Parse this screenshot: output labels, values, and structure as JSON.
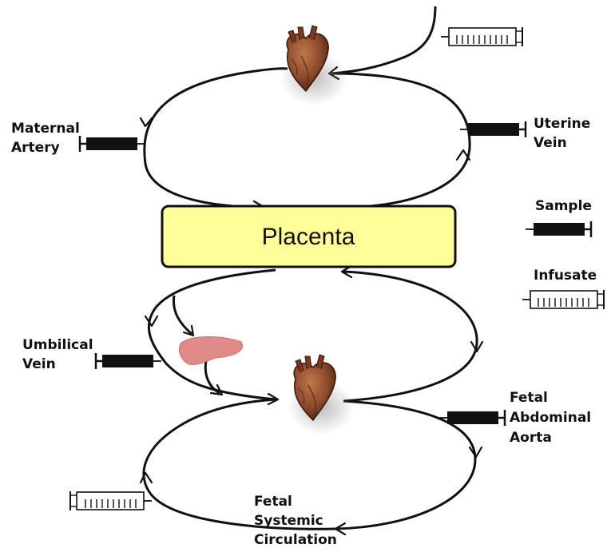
{
  "placenta": {
    "label": "Placenta",
    "fill": "#ffff99",
    "stroke": "#111111"
  },
  "labels": {
    "maternal_artery": [
      "Maternal",
      "Artery"
    ],
    "uterine_vein": [
      "Uterine",
      "Vein"
    ],
    "umbilical_vein": [
      "Umbilical",
      "Vein"
    ],
    "fetal_abdominal_aorta": [
      "Fetal",
      "Abdominal",
      "Aorta"
    ],
    "fetal_systemic_circulation": [
      "Fetal",
      "Systemic",
      "Circulation"
    ]
  },
  "legend": {
    "sample": "Sample",
    "infusate": "Infusate"
  },
  "colors": {
    "heart": "#8b4a2b",
    "liver": "#e08a8a",
    "catheter": "#111111",
    "syringe_body": "#ffffff"
  },
  "icons": {
    "heart": "heart-organ-icon",
    "liver": "liver-organ-icon",
    "sample_catheter": "sample-catheter-icon",
    "infusate_syringe": "infusate-syringe-icon"
  }
}
